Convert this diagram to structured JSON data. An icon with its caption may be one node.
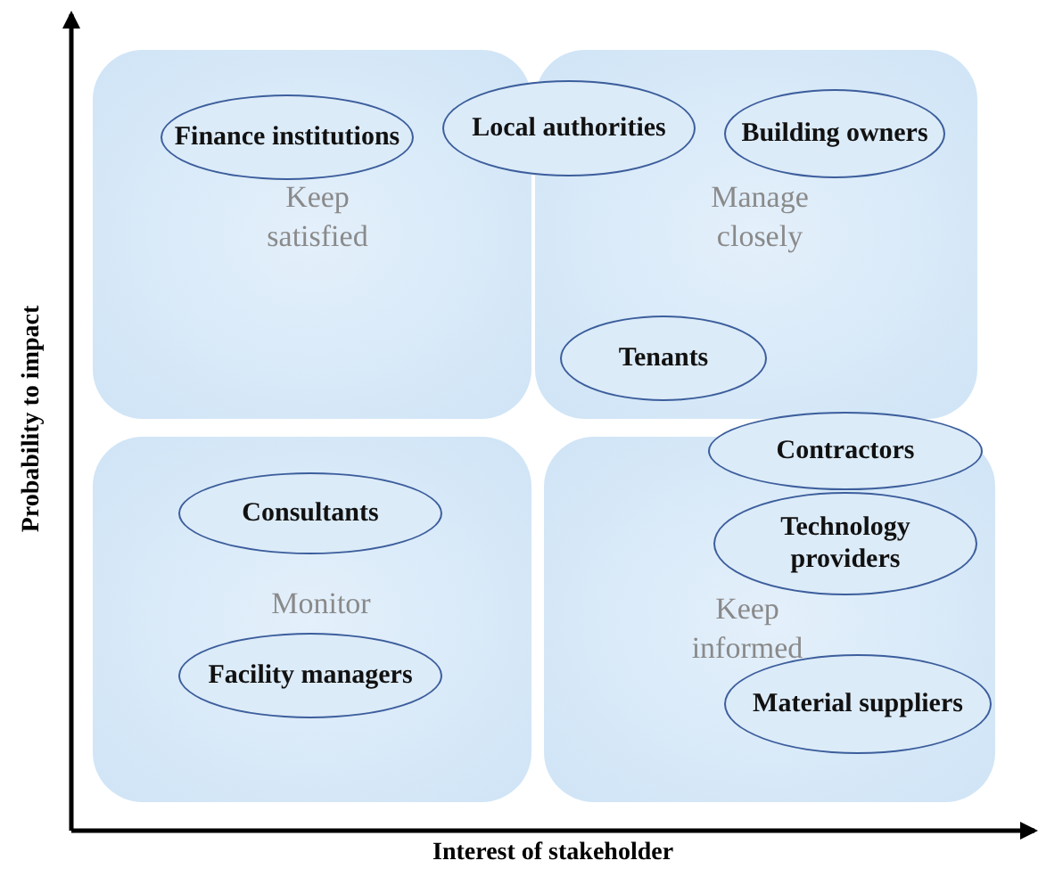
{
  "diagram": {
    "nodes": [
      {
        "text": [
          "Keep satisfied"
        ]
      },
      {
        "text": [
          "Finance institutions"
        ],
        "in": 0
      },
      {
        "text": [
          "Local authorities"
        ]
      },
      {
        "text": [
          "Manage closely"
        ]
      },
      {
        "text": [
          "Building owners"
        ],
        "in": 3
      },
      {
        "text": [
          "Tenants"
        ],
        "in": 3
      },
      {
        "text": [
          "Monitor"
        ]
      },
      {
        "text": [
          "Consultants"
        ],
        "in": 6
      },
      {
        "text": [
          "Facility managers"
        ],
        "in": 6
      },
      {
        "text": [
          "Keep informed"
        ]
      },
      {
        "text": [
          "Contractors"
        ]
      },
      {
        "text": [
          "Technology providers"
        ],
        "in": 9
      },
      {
        "text": [
          "Material suppliers"
        ],
        "in": 9
      }
    ],
    "labels": [
      "Probability to impact",
      "Interest of stakeholder"
    ]
  }
}
